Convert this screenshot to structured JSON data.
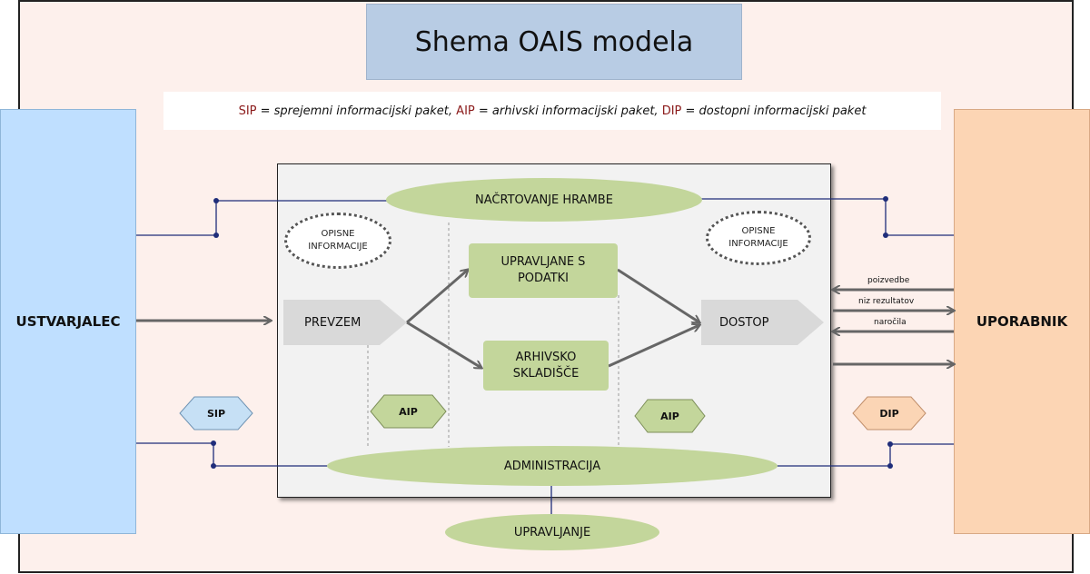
{
  "title": "Shema OAIS modela",
  "legend": {
    "sip_abbr": "SIP",
    "sip_text": " = sprejemni informacijski paket, ",
    "aip_abbr": "AIP",
    "aip_text": " = arhivski informacijski paket, ",
    "dip_abbr": "DIP",
    "dip_text": " = dostopni informacijski paket"
  },
  "producer": "USTVARJALEC",
  "consumer": "UPORABNIK",
  "functions": {
    "preservation_planning": "NAČRTOVANJE HRAMBE",
    "data_management_line1": "UPRAVLJANE S",
    "data_management_line2": "PODATKI",
    "archival_storage_line1": "ARHIVSKO",
    "archival_storage_line2": "SKLADIŠČE",
    "ingest": "PREVZEM",
    "access": "DOSTOP",
    "administration": "ADMINISTRACIJA",
    "management": "UPRAVLJANJE"
  },
  "descriptive_info": {
    "line1": "OPISNE",
    "line2": "INFORMACIJE"
  },
  "packages": {
    "sip": "SIP",
    "aip_left": "AIP",
    "aip_right": "AIP",
    "dip": "DIP"
  },
  "consumer_flows": {
    "queries": "poizvedbe",
    "result_sets": "niz rezultatov",
    "orders": "naročila"
  },
  "colors": {
    "function_green": "#c3d69b",
    "producer_blue": "#bfdfff",
    "consumer_orange": "#fcd5b4",
    "title_blue": "#b8cce4",
    "sip_blue": "#c6e0f5",
    "dip_orange": "#fbd5b5",
    "line_navy": "#1f2d7a",
    "arrow_gray": "#666666",
    "acronym_red": "#8b1a1a"
  }
}
